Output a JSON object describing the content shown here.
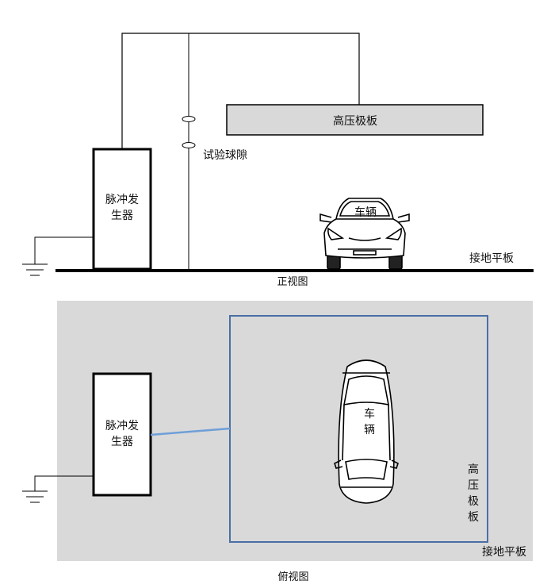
{
  "front_view": {
    "caption": "正视图",
    "hv_plate_label": "高压极板",
    "sphere_gap_label": "试验球隙",
    "pulse_generator_label_line1": "脉冲发",
    "pulse_generator_label_line2": "生器",
    "vehicle_label": "车辆",
    "ground_plate_label": "接地平板"
  },
  "top_view": {
    "caption": "俯视图",
    "pulse_generator_label_line1": "脉冲发",
    "pulse_generator_label_line2": "生器",
    "vehicle_label_line1": "车",
    "vehicle_label_line2": "辆",
    "hv_plate_label_chars": [
      "高",
      "压",
      "极",
      "板"
    ],
    "ground_plate_label": "接地平板"
  },
  "colors": {
    "plate_fill": "#d9d9d9",
    "ground_area_fill": "#d9d9d9",
    "hv_plate_outline_top": "#4a6fa5",
    "connection_line": "#6f9fd8",
    "line": "#000000"
  }
}
